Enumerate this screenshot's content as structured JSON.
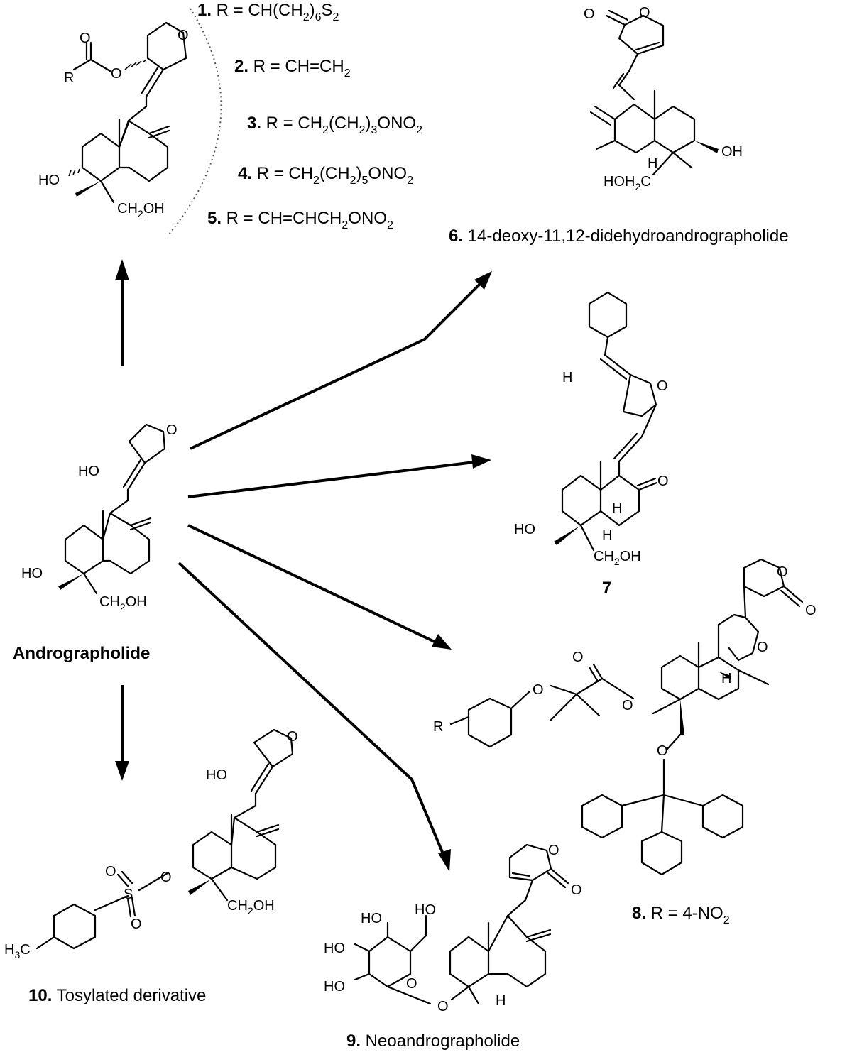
{
  "derivatives_1_5": {
    "items": [
      {
        "num": "1.",
        "prefix": " R = CH(CH",
        "sub1": "2",
        "mid": ")",
        "sub2": "6",
        "suffix": "S",
        "sub3": "2"
      },
      {
        "num": "2.",
        "prefix": " R = CH=CH",
        "sub1": "2"
      },
      {
        "num": "3.",
        "prefix": " R = CH",
        "sub1": "2",
        "mid": "(CH",
        "sub2": "2",
        "mid2": ")",
        "sub3": "3",
        "suffix": "ONO",
        "sub4": "2"
      },
      {
        "num": "4.",
        "prefix": " R = CH",
        "sub1": "2",
        "mid": "(CH",
        "sub2": "2",
        "mid2": ")",
        "sub3": "5",
        "suffix": "ONO",
        "sub4": "2"
      },
      {
        "num": "5.",
        "prefix": " R = CH=CHCH",
        "sub1": "2",
        "suffix": "ONO",
        "sub4": "2"
      }
    ]
  },
  "captions": {
    "c6_num": "6.",
    "c6_text": " 14-deoxy-11,12-didehydroandrographolide",
    "c7": "7",
    "c8_num": "8.",
    "c8_text": " R = 4-NO",
    "c8_sub": "2",
    "c9_num": "9.",
    "c9_text": " Neoandrographolide",
    "c10_num": "10.",
    "c10_text": " Tosylated derivative",
    "center": "Andrographolide"
  },
  "atom_labels": {
    "O": "O",
    "R": "R",
    "HO": "HO",
    "OH": "OH",
    "H": "H",
    "S": "S",
    "CH2OH_a": "CH",
    "CH2OH_b": "OH",
    "HOH2C_a": "HOH",
    "HOH2C_b": "C",
    "H3C_a": "H",
    "H3C_b": "C",
    "sub2": "2",
    "sub3": "3"
  }
}
